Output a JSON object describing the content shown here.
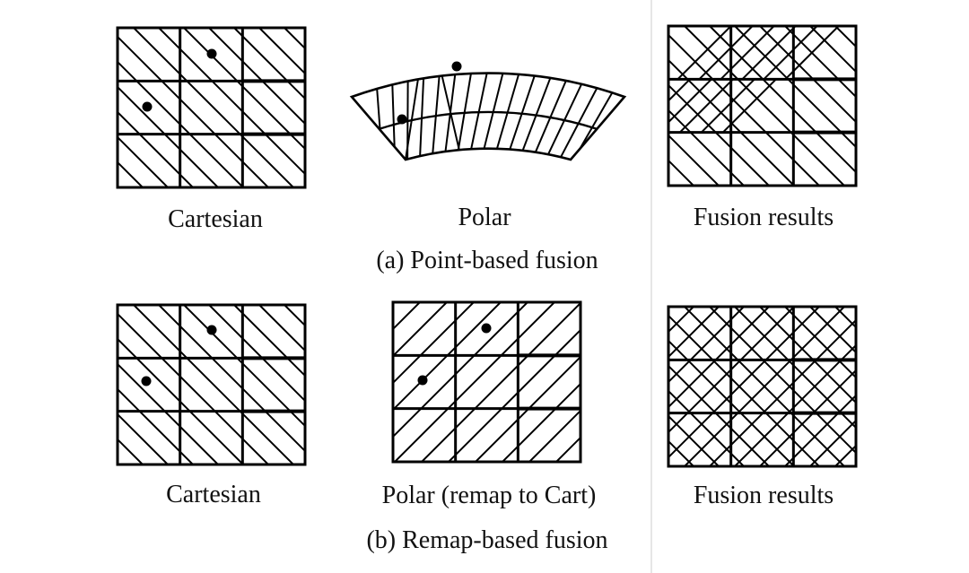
{
  "colors": {
    "ink": "#000000",
    "divider": "#e6e6e6",
    "background": "#ffffff"
  },
  "row_a": {
    "labels": {
      "cartesian": "Cartesian",
      "polar": "Polar",
      "fusion": "Fusion results"
    },
    "caption": "(a) Point-based fusion"
  },
  "row_b": {
    "labels": {
      "cartesian": "Cartesian",
      "polar": "Polar (remap to Cart)",
      "fusion": "Fusion results"
    },
    "caption": "(b) Remap-based fusion"
  }
}
